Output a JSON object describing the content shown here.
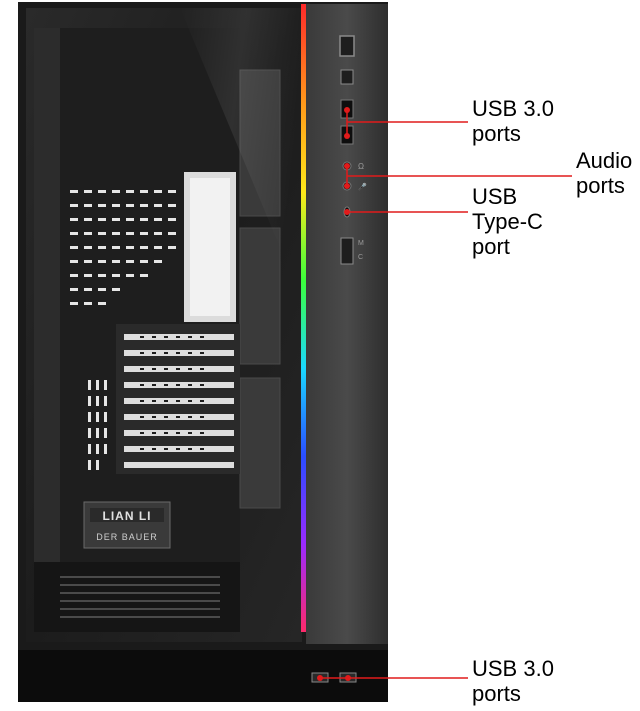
{
  "product": {
    "badge_brand": "LIAN LI",
    "badge_subtitle": "DER BAUER"
  },
  "callouts": {
    "usb_top": {
      "line1": "USB 3.0",
      "line2": "ports"
    },
    "audio": {
      "line1": "Audio",
      "line2": "ports"
    },
    "type_c": {
      "line1": "USB",
      "line2": "Type-C",
      "line3": "port"
    },
    "usb_bottom": {
      "line1": "USB 3.0",
      "line2": "ports"
    }
  },
  "io_panel": {
    "audio_jack_labels": [
      "Ω",
      "🎤"
    ],
    "switch_labels": [
      "M",
      "C"
    ]
  },
  "colors": {
    "callout_line": "#e11b1b",
    "case_body": "#2c2c2c",
    "rgb_strip": [
      "#ff2a2a",
      "#ff9a1a",
      "#ffe81a",
      "#3bff3b",
      "#1ad9ff",
      "#2a4dff",
      "#9a2aff",
      "#ff2a6a"
    ]
  }
}
